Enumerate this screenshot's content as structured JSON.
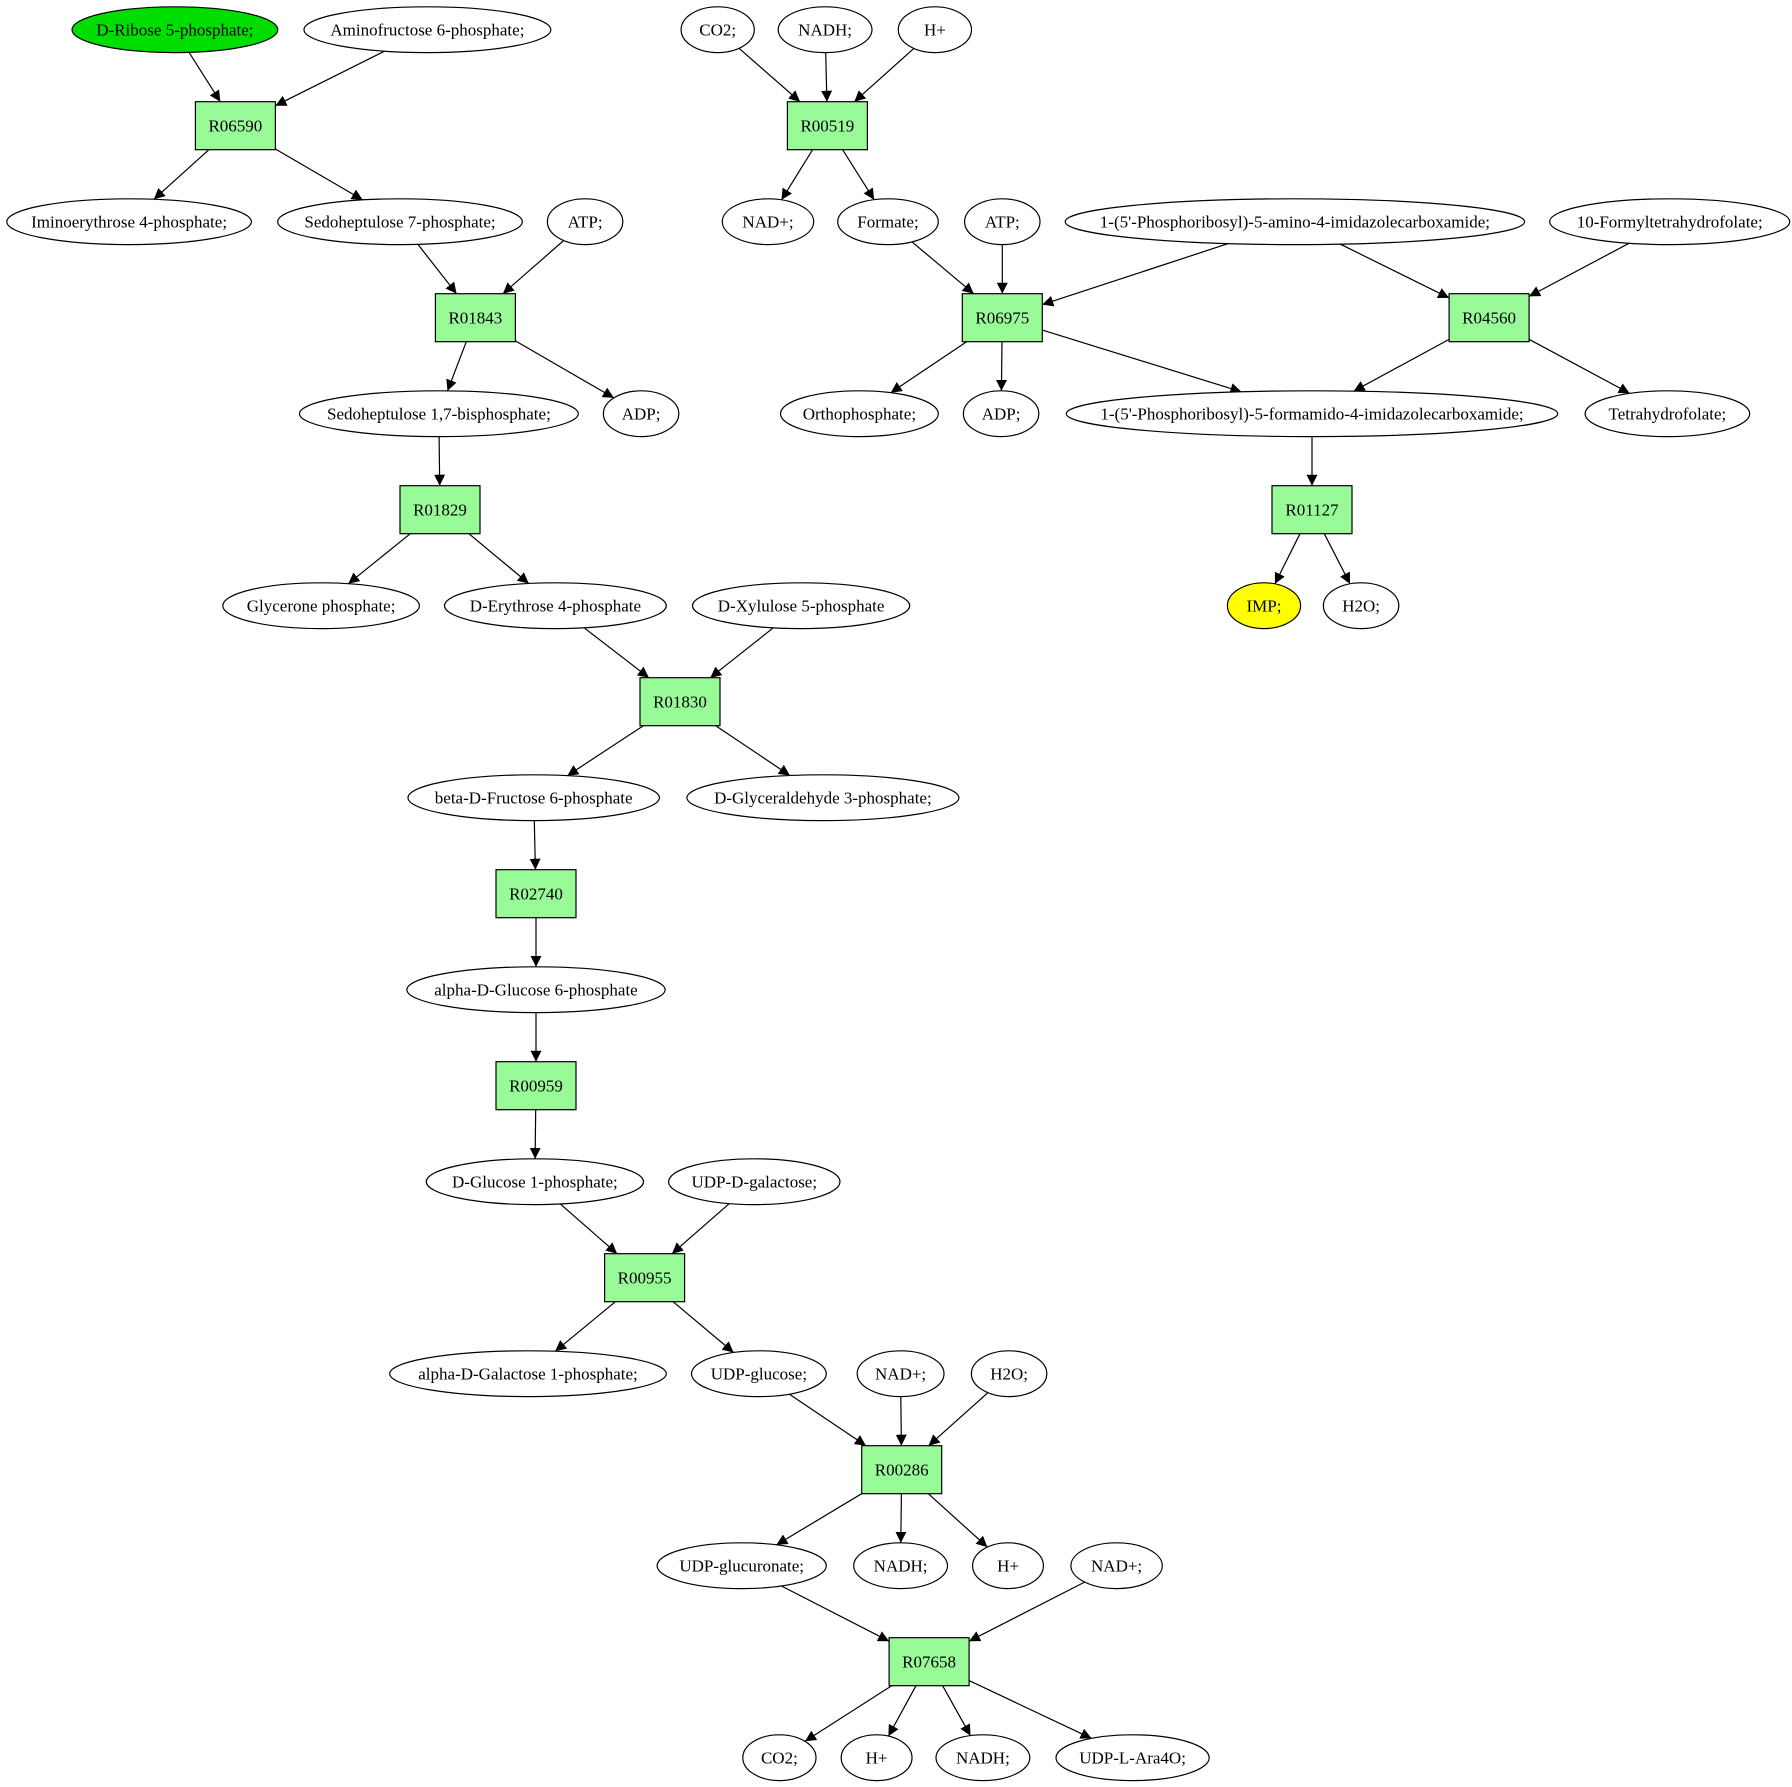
{
  "colors": {
    "reaction_fill": "#98fb98",
    "start_fill": "#00dd00",
    "target_fill": "#ffff00",
    "compound_fill": "#ffffff",
    "stroke": "#000000"
  },
  "reactions": [
    {
      "id": "r1",
      "label": "R06590"
    },
    {
      "id": "r2",
      "label": "R01843"
    },
    {
      "id": "r3",
      "label": "R01829"
    },
    {
      "id": "r4",
      "label": "R01830"
    },
    {
      "id": "r5",
      "label": "R02740"
    },
    {
      "id": "r6",
      "label": "R00959"
    },
    {
      "id": "r7",
      "label": "R00955"
    },
    {
      "id": "r8",
      "label": "R00286"
    },
    {
      "id": "r9",
      "label": "R07658"
    },
    {
      "id": "r10",
      "label": "R00519"
    },
    {
      "id": "r11",
      "label": "R06975"
    },
    {
      "id": "r12",
      "label": "R04560"
    },
    {
      "id": "r13",
      "label": "R01127"
    }
  ],
  "compounds": [
    {
      "id": "c1",
      "label": "D-Ribose 5-phosphate;",
      "role": "start"
    },
    {
      "id": "c2",
      "label": "Aminofructose 6-phosphate;"
    },
    {
      "id": "c3",
      "label": "Iminoerythrose 4-phosphate;"
    },
    {
      "id": "c4",
      "label": "Sedoheptulose 7-phosphate;"
    },
    {
      "id": "c5",
      "label": "ATP;"
    },
    {
      "id": "c6",
      "label": "Sedoheptulose 1,7-bisphosphate;"
    },
    {
      "id": "c7",
      "label": "ADP;"
    },
    {
      "id": "c8",
      "label": "Glycerone phosphate;"
    },
    {
      "id": "c9",
      "label": "D-Erythrose 4-phosphate"
    },
    {
      "id": "c10",
      "label": "D-Xylulose 5-phosphate"
    },
    {
      "id": "c11",
      "label": "beta-D-Fructose 6-phosphate"
    },
    {
      "id": "c12",
      "label": "D-Glyceraldehyde 3-phosphate;"
    },
    {
      "id": "c13",
      "label": "alpha-D-Glucose 6-phosphate"
    },
    {
      "id": "c14",
      "label": "D-Glucose 1-phosphate;"
    },
    {
      "id": "c15",
      "label": "UDP-D-galactose;"
    },
    {
      "id": "c16",
      "label": "alpha-D-Galactose 1-phosphate;"
    },
    {
      "id": "c17",
      "label": "UDP-glucose;"
    },
    {
      "id": "c18",
      "label": "NAD+;"
    },
    {
      "id": "c19",
      "label": "H2O;"
    },
    {
      "id": "c20",
      "label": "UDP-glucuronate;"
    },
    {
      "id": "c21",
      "label": "NADH;"
    },
    {
      "id": "c22",
      "label": "H+"
    },
    {
      "id": "c23",
      "label": "NAD+;"
    },
    {
      "id": "c24",
      "label": "CO2;"
    },
    {
      "id": "c25",
      "label": "H+"
    },
    {
      "id": "c26",
      "label": "NADH;"
    },
    {
      "id": "c27",
      "label": "UDP-L-Ara4O;"
    },
    {
      "id": "c28",
      "label": "CO2;"
    },
    {
      "id": "c29",
      "label": "NADH;"
    },
    {
      "id": "c30",
      "label": "H+"
    },
    {
      "id": "c31",
      "label": "NAD+;"
    },
    {
      "id": "c32",
      "label": "Formate;"
    },
    {
      "id": "c33",
      "label": "ATP;"
    },
    {
      "id": "c34",
      "label": "1-(5'-Phosphoribosyl)-5-amino-4-imidazolecarboxamide;"
    },
    {
      "id": "c35",
      "label": "10-Formyltetrahydrofolate;"
    },
    {
      "id": "c36",
      "label": "Orthophosphate;"
    },
    {
      "id": "c37",
      "label": "ADP;"
    },
    {
      "id": "c38",
      "label": "1-(5'-Phosphoribosyl)-5-formamido-4-imidazolecarboxamide;"
    },
    {
      "id": "c39",
      "label": "Tetrahydrofolate;"
    },
    {
      "id": "c40",
      "label": "IMP;",
      "role": "target"
    },
    {
      "id": "c41",
      "label": "H2O;"
    }
  ],
  "edges": [
    [
      "c1",
      "r1"
    ],
    [
      "c2",
      "r1"
    ],
    [
      "r1",
      "c3"
    ],
    [
      "r1",
      "c4"
    ],
    [
      "c4",
      "r2"
    ],
    [
      "c5",
      "r2"
    ],
    [
      "r2",
      "c6"
    ],
    [
      "r2",
      "c7"
    ],
    [
      "c6",
      "r3"
    ],
    [
      "r3",
      "c8"
    ],
    [
      "r3",
      "c9"
    ],
    [
      "c9",
      "r4"
    ],
    [
      "c10",
      "r4"
    ],
    [
      "r4",
      "c11"
    ],
    [
      "r4",
      "c12"
    ],
    [
      "c11",
      "r5"
    ],
    [
      "r5",
      "c13"
    ],
    [
      "c13",
      "r6"
    ],
    [
      "r6",
      "c14"
    ],
    [
      "c14",
      "r7"
    ],
    [
      "c15",
      "r7"
    ],
    [
      "r7",
      "c16"
    ],
    [
      "r7",
      "c17"
    ],
    [
      "c17",
      "r8"
    ],
    [
      "c18",
      "r8"
    ],
    [
      "c19",
      "r8"
    ],
    [
      "r8",
      "c20"
    ],
    [
      "r8",
      "c21"
    ],
    [
      "r8",
      "c22"
    ],
    [
      "c20",
      "r9"
    ],
    [
      "c23",
      "r9"
    ],
    [
      "r9",
      "c24"
    ],
    [
      "r9",
      "c25"
    ],
    [
      "r9",
      "c26"
    ],
    [
      "r9",
      "c27"
    ],
    [
      "c28",
      "r10"
    ],
    [
      "c29",
      "r10"
    ],
    [
      "c30",
      "r10"
    ],
    [
      "r10",
      "c31"
    ],
    [
      "r10",
      "c32"
    ],
    [
      "c32",
      "r11"
    ],
    [
      "c33",
      "r11"
    ],
    [
      "c34",
      "r11"
    ],
    [
      "r11",
      "c36"
    ],
    [
      "r11",
      "c37"
    ],
    [
      "r11",
      "c38"
    ],
    [
      "c34",
      "r12"
    ],
    [
      "c35",
      "r12"
    ],
    [
      "r12",
      "c38"
    ],
    [
      "r12",
      "c39"
    ],
    [
      "c38",
      "r13"
    ],
    [
      "r13",
      "c40"
    ],
    [
      "r13",
      "c41"
    ]
  ]
}
